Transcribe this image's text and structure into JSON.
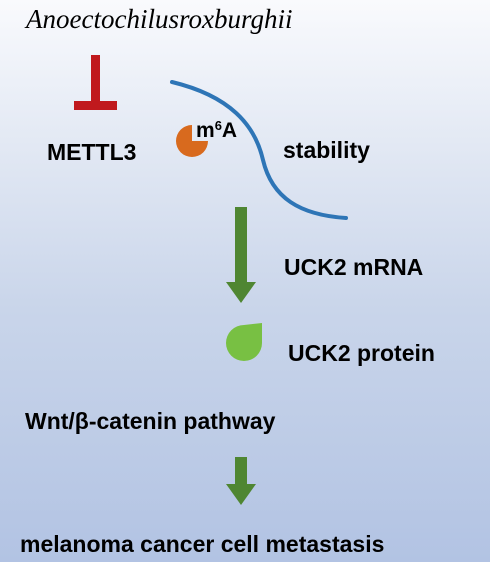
{
  "species": "Anoectochilusroxburghii",
  "enzyme": "METTL3",
  "modification": {
    "base": "m",
    "superscript": "6",
    "suffix": "A"
  },
  "effect": "stability",
  "transcript": "UCK2 mRNA",
  "protein": "UCK2 protein",
  "pathway": "Wnt/β-catenin pathway",
  "outcome": "melanoma cancer cell metastasis",
  "colors": {
    "inhibit": "#c0191d",
    "arrow": "#4f8632",
    "rna_strand": "#2e75b6",
    "m6a_mark": "#d86a1e",
    "protein_mark": "#78c043"
  }
}
